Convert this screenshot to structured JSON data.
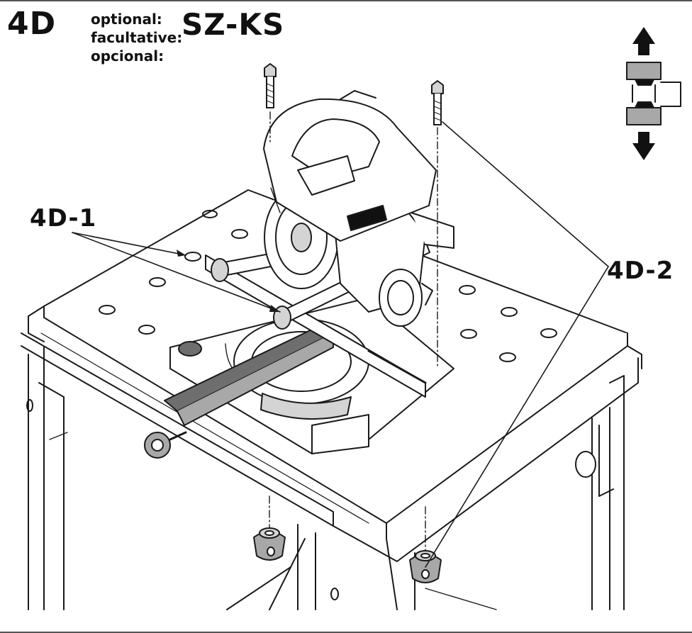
{
  "header": {
    "step": "4D",
    "optional_labels": [
      "optional:",
      "facultative:",
      "opcional:"
    ],
    "model": "SZ-KS"
  },
  "callouts": {
    "part1": "4D-1",
    "part2": "4D-2"
  },
  "icons": {
    "direction": "up-down-arrows-icon",
    "clamp": "leg-clamp-icon"
  },
  "colors": {
    "line": "#1a1a1a",
    "fill_dark": "#6e6e6e",
    "fill_mid": "#a8a8a8",
    "fill_light": "#d4d4d4",
    "black": "#111111"
  }
}
